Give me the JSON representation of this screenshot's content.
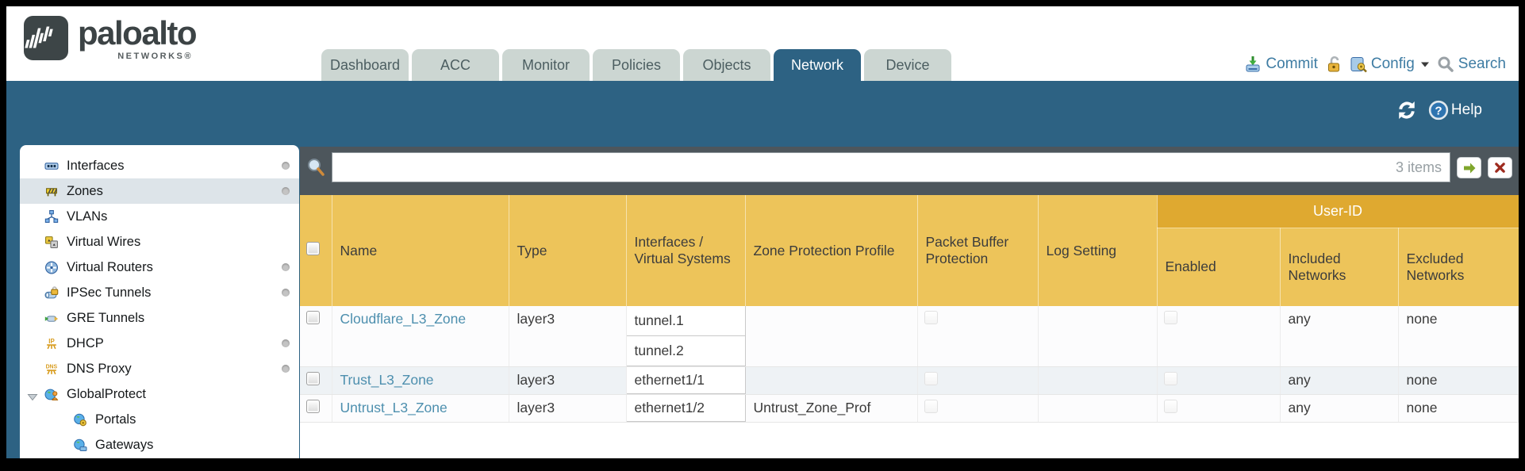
{
  "brand": {
    "name": "paloalto",
    "sub": "NETWORKS®"
  },
  "nav": {
    "tabs": [
      {
        "label": "Dashboard",
        "active": false
      },
      {
        "label": "ACC",
        "active": false
      },
      {
        "label": "Monitor",
        "active": false
      },
      {
        "label": "Policies",
        "active": false
      },
      {
        "label": "Objects",
        "active": false
      },
      {
        "label": "Network",
        "active": true
      },
      {
        "label": "Device",
        "active": false
      }
    ]
  },
  "utilities": {
    "commit": "Commit",
    "config": "Config",
    "search": "Search"
  },
  "band": {
    "help": "Help"
  },
  "sidebar": {
    "items": [
      {
        "label": "Interfaces",
        "dot": true,
        "selected": false
      },
      {
        "label": "Zones",
        "dot": true,
        "selected": true
      },
      {
        "label": "VLANs",
        "dot": false
      },
      {
        "label": "Virtual Wires",
        "dot": false
      },
      {
        "label": "Virtual Routers",
        "dot": true
      },
      {
        "label": "IPSec Tunnels",
        "dot": true
      },
      {
        "label": "GRE Tunnels",
        "dot": false
      },
      {
        "label": "DHCP",
        "dot": true
      },
      {
        "label": "DNS Proxy",
        "dot": true
      },
      {
        "label": "GlobalProtect",
        "dot": false,
        "expanded": true
      },
      {
        "label": "Portals",
        "sub": true
      },
      {
        "label": "Gateways",
        "sub": true
      }
    ]
  },
  "filter": {
    "query": "",
    "count": "3 items"
  },
  "table": {
    "group_header": "User-ID",
    "columns": {
      "name": "Name",
      "type": "Type",
      "interfaces": "Interfaces / Virtual Systems",
      "zone_protection": "Zone Protection Profile",
      "packet_buffer": "Packet Buffer Protection",
      "log_setting": "Log Setting",
      "enabled": "Enabled",
      "included": "Included Networks",
      "excluded": "Excluded Networks"
    },
    "rows": [
      {
        "name": "Cloudflare_L3_Zone",
        "type": "layer3",
        "interfaces": [
          "tunnel.1",
          "tunnel.2"
        ],
        "zone_protection": "",
        "log_setting": "",
        "included": "any",
        "excluded": "none"
      },
      {
        "name": "Trust_L3_Zone",
        "type": "layer3",
        "interfaces": [
          "ethernet1/1"
        ],
        "zone_protection": "",
        "log_setting": "",
        "included": "any",
        "excluded": "none"
      },
      {
        "name": "Untrust_L3_Zone",
        "type": "layer3",
        "interfaces": [
          "ethernet1/2"
        ],
        "zone_protection": "Untrust_Zone_Prof",
        "log_setting": "",
        "included": "any",
        "excluded": "none"
      }
    ]
  },
  "colors": {
    "teal_band": "#2d6283",
    "tab_inactive": "#ccd6d2",
    "header_orange": "#edc45a",
    "userid_gold": "#dfa930",
    "link_blue": "#4d8fae",
    "filter_bar": "#4d565c",
    "accent_green": "#7fa62c",
    "accent_red": "#9e2b1f"
  }
}
